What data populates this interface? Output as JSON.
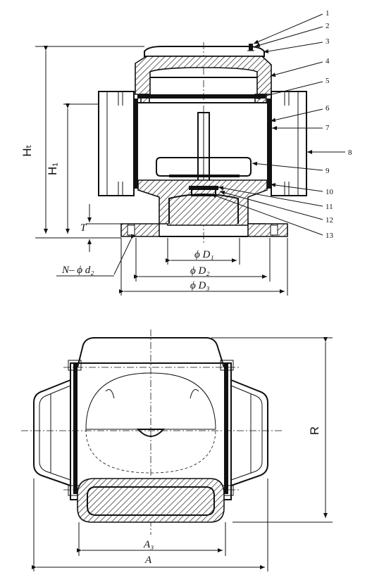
{
  "drawing": {
    "part_numbers": [
      "1",
      "2",
      "3",
      "4",
      "5",
      "6",
      "7",
      "8",
      "9",
      "10",
      "11",
      "12",
      "13"
    ],
    "dimensions": {
      "HT": "Hₜ",
      "H1": "H₁",
      "T": "T",
      "bolt_holes": "N– ϕ d₂",
      "D1": "ϕ D₁",
      "D2": "ϕ D₂",
      "D3": "ϕ D₃",
      "R": "R",
      "A3": "A₃",
      "A": "A"
    }
  }
}
